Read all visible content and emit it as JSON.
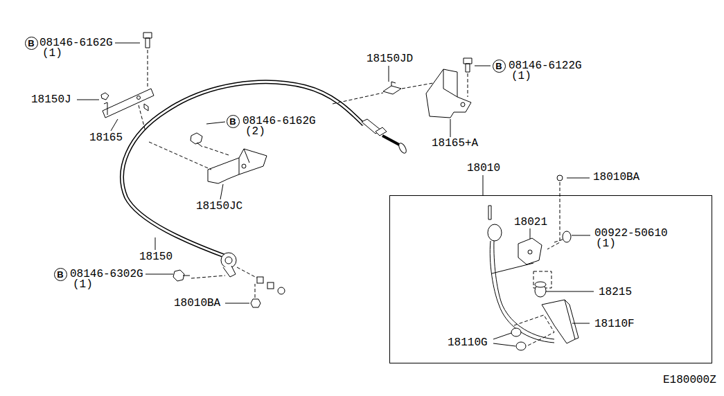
{
  "diagram": {
    "nodes": [
      {
        "text": [
          "B"
        ]
      },
      {
        "text": [
          "B"
        ]
      },
      {
        "text": [
          "B"
        ]
      },
      {
        "text": [
          "18010",
          "18021",
          "00922-50610",
          "(1)",
          "18215",
          "18110F",
          "18110G"
        ]
      },
      {
        "text": [
          "B"
        ]
      }
    ],
    "labels": [
      "08146-6162G",
      "(1)",
      "18150J",
      "18165",
      "18150JD",
      "08146-6122G",
      "(1)",
      "18165+A",
      "08146-6162G",
      "(2)",
      "18150JC",
      "18010BA",
      "18150",
      "08146-6302G",
      "(1)",
      "18010BA",
      "E180000Z"
    ]
  }
}
